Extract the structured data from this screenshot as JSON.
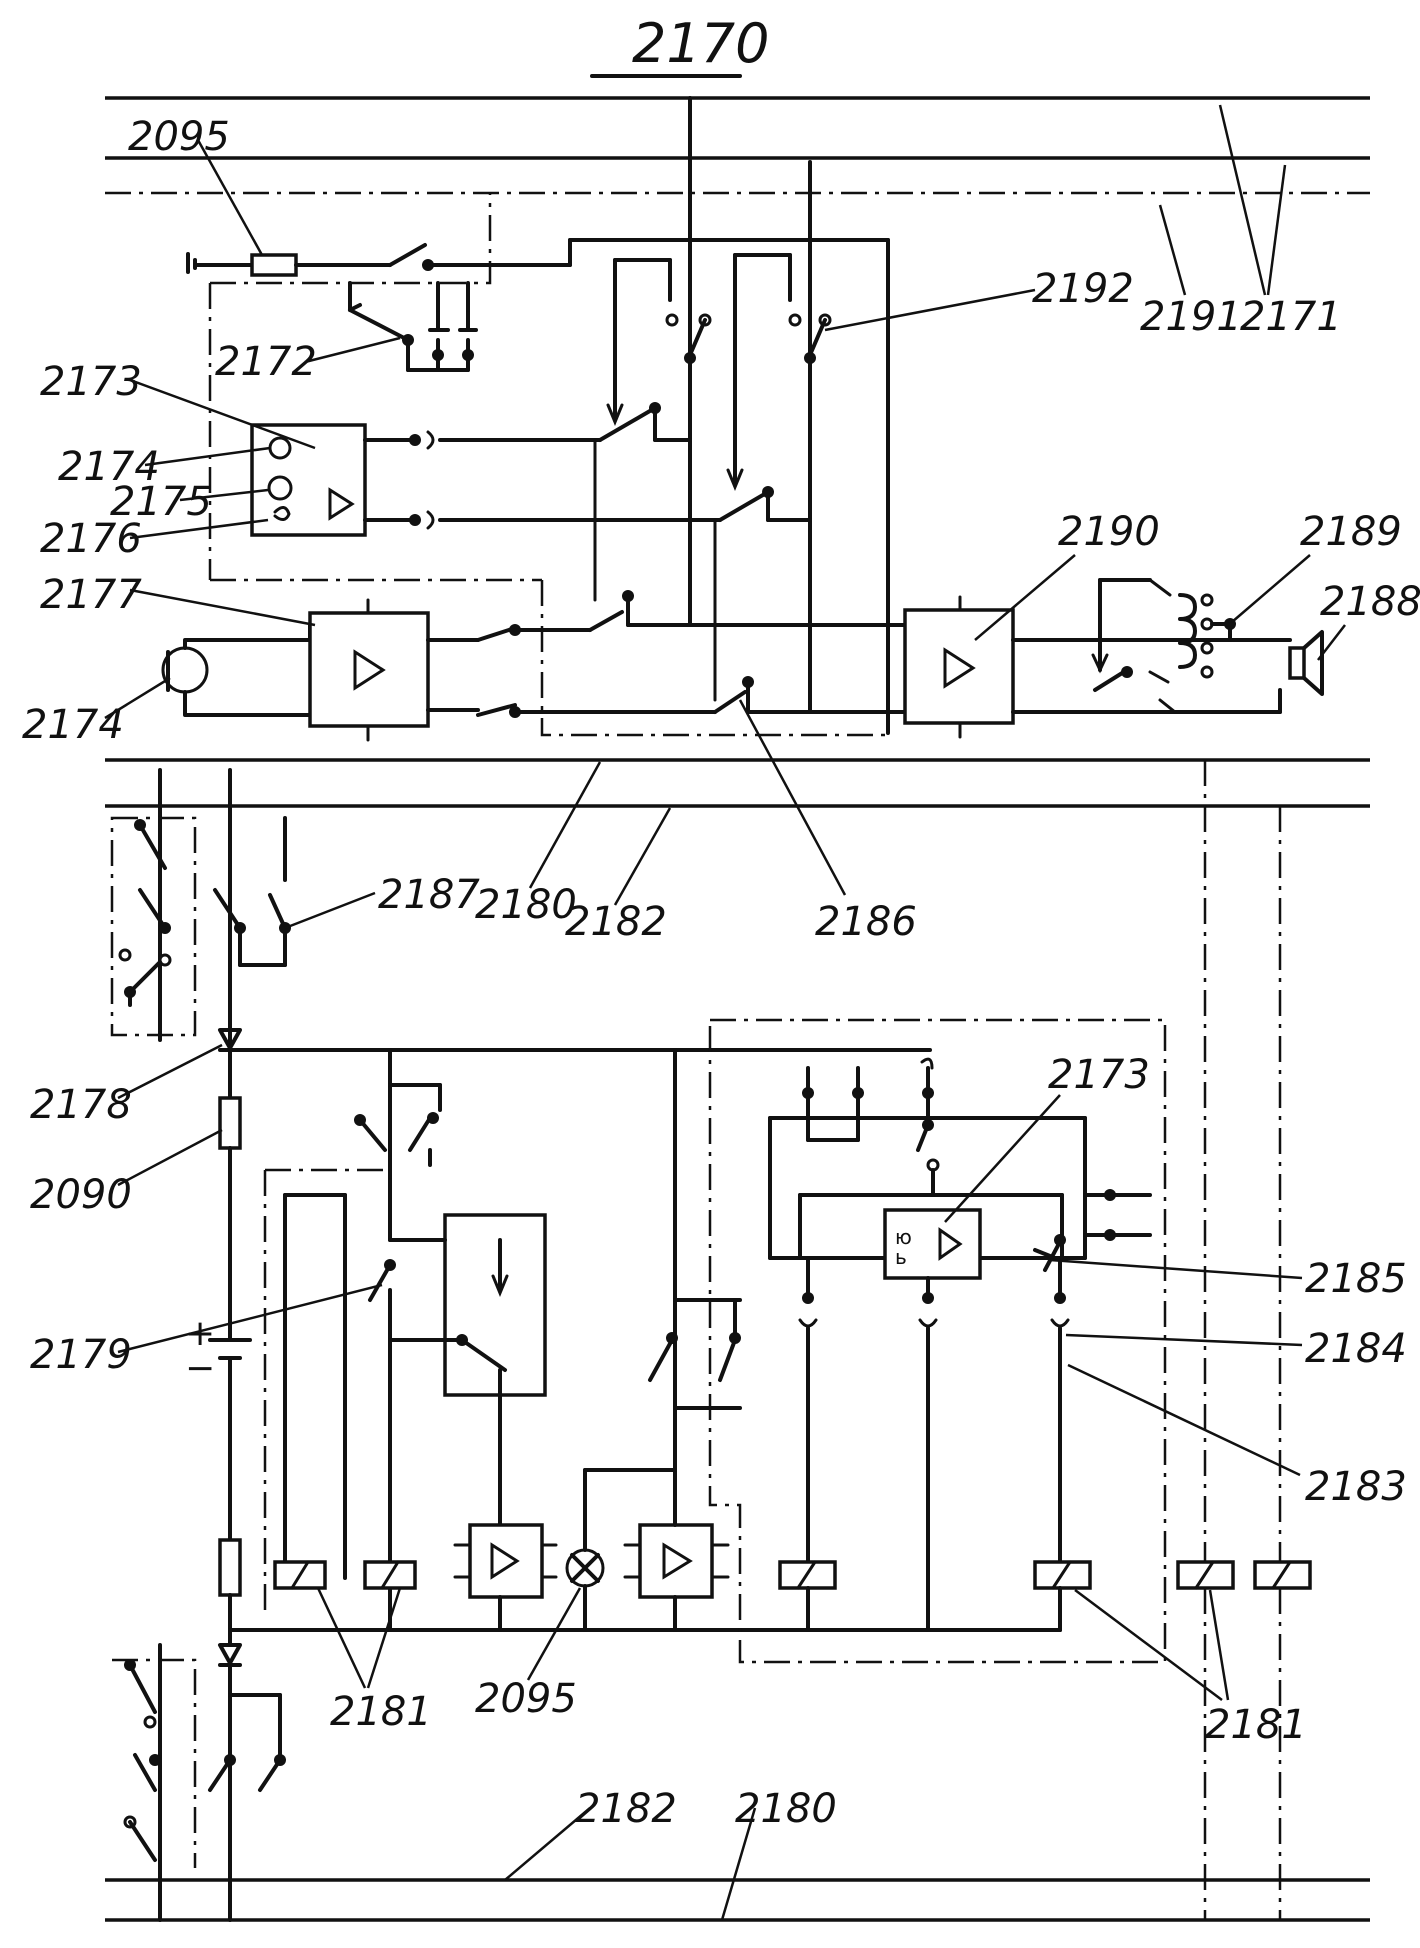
{
  "figure": {
    "title": "2170"
  },
  "reference_labels": [
    {
      "id": "2095-top",
      "text": "2095"
    },
    {
      "id": "2172",
      "text": "2172"
    },
    {
      "id": "2173-top",
      "text": "2173"
    },
    {
      "id": "2174-a",
      "text": "2174"
    },
    {
      "id": "2175",
      "text": "2175"
    },
    {
      "id": "2176",
      "text": "2176"
    },
    {
      "id": "2177",
      "text": "2177"
    },
    {
      "id": "2174-b",
      "text": "2174"
    },
    {
      "id": "2192",
      "text": "2192"
    },
    {
      "id": "2191",
      "text": "2191"
    },
    {
      "id": "2171",
      "text": "2171"
    },
    {
      "id": "2190",
      "text": "2190"
    },
    {
      "id": "2189",
      "text": "2189"
    },
    {
      "id": "2188",
      "text": "2188"
    },
    {
      "id": "2180-mid",
      "text": "2180"
    },
    {
      "id": "2182-mid",
      "text": "2182"
    },
    {
      "id": "2186",
      "text": "2186"
    },
    {
      "id": "2187",
      "text": "2187"
    },
    {
      "id": "2178",
      "text": "2178"
    },
    {
      "id": "2090",
      "text": "2090"
    },
    {
      "id": "2179",
      "text": "2179"
    },
    {
      "id": "2173-bottom",
      "text": "2173"
    },
    {
      "id": "2185",
      "text": "2185"
    },
    {
      "id": "2184",
      "text": "2184"
    },
    {
      "id": "2183",
      "text": "2183"
    },
    {
      "id": "2181-left",
      "text": "2181"
    },
    {
      "id": "2095-bottom",
      "text": "2095"
    },
    {
      "id": "2181-right",
      "text": "2181"
    },
    {
      "id": "2182-bottom",
      "text": "2182"
    },
    {
      "id": "2180-bottom",
      "text": "2180"
    }
  ],
  "battery": {
    "plus": "+",
    "minus": "−"
  }
}
